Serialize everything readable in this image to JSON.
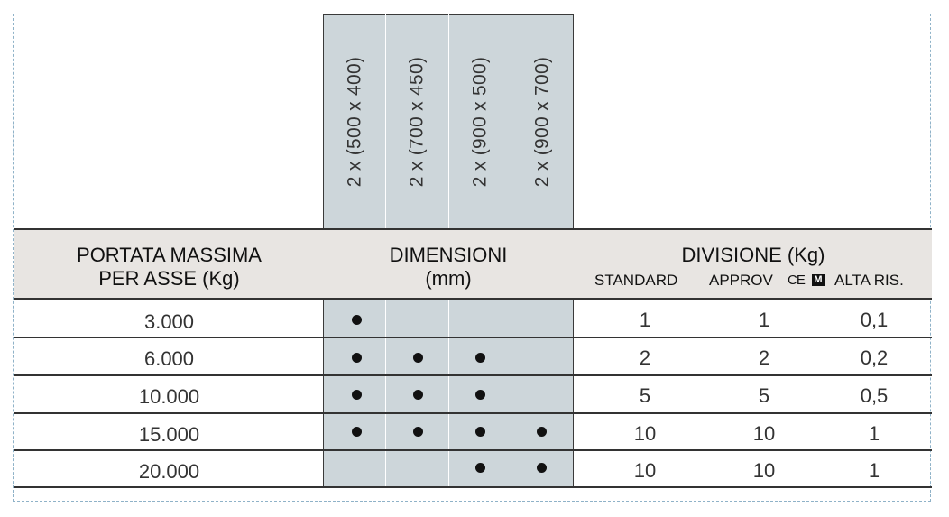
{
  "dimension_columns": [
    {
      "label": "2 x (500 x 400)"
    },
    {
      "label": "2 x (700 x 450)"
    },
    {
      "label": "2 x (900 x 500)"
    },
    {
      "label": "2 x (900 x 700)"
    }
  ],
  "header": {
    "capacity_line1": "PORTATA MASSIMA",
    "capacity_line2": "PER ASSE (Kg)",
    "dimensions_line1": "DIMENSIONI",
    "dimensions_line2": "(mm)",
    "division_title": "DIVISIONE (Kg)",
    "standard": "STANDARD",
    "approv": "APPROV",
    "ce": "CE",
    "m_mark": "M",
    "high_res": "ALTA RIS."
  },
  "rows": [
    {
      "capacity": "3.000",
      "dims": [
        true,
        false,
        false,
        false
      ],
      "standard": "1",
      "approv": "1",
      "high_res": "0,1"
    },
    {
      "capacity": "6.000",
      "dims": [
        true,
        true,
        true,
        false
      ],
      "standard": "2",
      "approv": "2",
      "high_res": "0,2"
    },
    {
      "capacity": "10.000",
      "dims": [
        true,
        true,
        true,
        false
      ],
      "standard": "5",
      "approv": "5",
      "high_res": "0,5"
    },
    {
      "capacity": "15.000",
      "dims": [
        true,
        true,
        true,
        true
      ],
      "standard": "10",
      "approv": "10",
      "high_res": "1"
    },
    {
      "capacity": "20.000",
      "dims": [
        false,
        false,
        true,
        true
      ],
      "standard": "10",
      "approv": "10",
      "high_res": "1"
    }
  ]
}
